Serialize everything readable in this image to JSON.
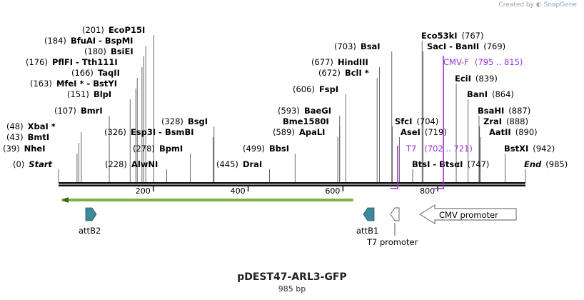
{
  "credit": {
    "prefix": "Created by",
    "brand": "SnapGene"
  },
  "plasmid": {
    "name": "pDEST47-ARL3-GFP",
    "size_label": "985 bp",
    "length": 985
  },
  "ends": {
    "start_label": "Start",
    "start_pos": "(0)",
    "end_label": "End",
    "end_pos": "(985)"
  },
  "ruler_ticks": [
    200,
    400,
    600,
    800
  ],
  "sites": [
    {
      "name": "NheI",
      "pos": 39,
      "paren": "(39)",
      "side": "left",
      "star": false
    },
    {
      "name": "BmtI",
      "pos": 43,
      "paren": "(43)",
      "side": "left",
      "star": false
    },
    {
      "name": "XbaI",
      "pos": 48,
      "paren": "(48)",
      "side": "left",
      "star": true
    },
    {
      "name": "BmrI",
      "pos": 107,
      "paren": "(107)",
      "side": "left",
      "star": false
    },
    {
      "name": "BlpI",
      "pos": 151,
      "paren": "(151)",
      "side": "left",
      "star": false
    },
    {
      "name": "MfeI",
      "pos": 163,
      "paren": "(163)",
      "side": "left",
      "star": true,
      "pair": "BstYI"
    },
    {
      "name": "TaqII",
      "pos": 166,
      "paren": "(166)",
      "side": "left",
      "star": false
    },
    {
      "name": "PflFI",
      "pos": 176,
      "paren": "(176)",
      "side": "left",
      "star": false,
      "pair": "Tth111I"
    },
    {
      "name": "BsiEI",
      "pos": 180,
      "paren": "(180)",
      "side": "left",
      "star": false
    },
    {
      "name": "BfuAI",
      "pos": 184,
      "paren": "(184)",
      "side": "left",
      "star": false,
      "pair": "BspMI"
    },
    {
      "name": "EcoP15I",
      "pos": 201,
      "paren": "(201)",
      "side": "left",
      "star": false
    },
    {
      "name": "AlwNI",
      "pos": 228,
      "paren": "(228)",
      "side": "left",
      "star": false
    },
    {
      "name": "BpmI",
      "pos": 278,
      "paren": "(278)",
      "side": "left",
      "star": false
    },
    {
      "name": "Esp3I",
      "pos": 326,
      "paren": "(326)",
      "side": "left",
      "star": false,
      "pair": "BsmBI"
    },
    {
      "name": "BsgI",
      "pos": 328,
      "paren": "(328)",
      "side": "left",
      "star": false
    },
    {
      "name": "DraI",
      "pos": 445,
      "paren": "(445)",
      "side": "left",
      "star": false
    },
    {
      "name": "BbsI",
      "pos": 499,
      "paren": "(499)",
      "side": "left",
      "star": false
    },
    {
      "name": "ApaLI",
      "pos": 589,
      "paren": "(589)",
      "side": "left",
      "star": false
    },
    {
      "name": "Bme1580I",
      "pos": 593,
      "paren": "(593)",
      "side": "left",
      "star": false
    },
    {
      "name": "BaeGI",
      "pos": 593,
      "paren": "(593)",
      "side": "left",
      "star": false
    },
    {
      "name": "FspI",
      "pos": 606,
      "paren": "(606)",
      "side": "left",
      "star": false
    },
    {
      "name": "BclI",
      "pos": 672,
      "paren": "(672)",
      "side": "left",
      "star": true
    },
    {
      "name": "HindIII",
      "pos": 677,
      "paren": "(677)",
      "side": "left",
      "star": false
    },
    {
      "name": "BsaI",
      "pos": 703,
      "paren": "(703)",
      "side": "left",
      "star": false
    },
    {
      "name": "SfcI",
      "pos": 704,
      "paren": "(704)",
      "side": "right",
      "star": false
    },
    {
      "name": "AseI",
      "pos": 719,
      "paren": "(719)",
      "side": "right",
      "star": false
    },
    {
      "name": "BtsI",
      "pos": 747,
      "paren": "(747)",
      "side": "right",
      "star": false,
      "pair": "BtsαI"
    },
    {
      "name": "SacI",
      "pos": 769,
      "paren": "(769)",
      "side": "right",
      "star": false,
      "pair": "BanII"
    },
    {
      "name": "Eco53kI",
      "pos": 767,
      "paren": "(767)",
      "side": "right",
      "star": false
    },
    {
      "name": "EciI",
      "pos": 839,
      "paren": "(839)",
      "side": "right",
      "star": false
    },
    {
      "name": "BanI",
      "pos": 864,
      "paren": "(864)",
      "side": "right",
      "star": false
    },
    {
      "name": "BsaHI",
      "pos": 887,
      "paren": "(887)",
      "side": "right",
      "star": false
    },
    {
      "name": "ZraI",
      "pos": 888,
      "paren": "(888)",
      "side": "right",
      "star": false
    },
    {
      "name": "AatII",
      "pos": 890,
      "paren": "(890)",
      "side": "right",
      "star": false
    },
    {
      "name": "BstXI",
      "pos": 942,
      "paren": "(942)",
      "side": "right",
      "star": false
    }
  ],
  "primers": [
    {
      "name": "CMV-F",
      "range": "(795 .. 815)",
      "color": "#9b30d0"
    },
    {
      "name": "T7",
      "range": "(702 .. 721)",
      "color": "#9b30d0"
    }
  ],
  "features": [
    {
      "name": "attB2",
      "type": "att",
      "direction": "forward",
      "color": "#3a8a9a"
    },
    {
      "name": "attB1",
      "type": "att",
      "direction": "reverse",
      "color": "#3a8a9a"
    },
    {
      "name": "T7 promoter",
      "type": "promoter",
      "direction": "reverse",
      "color": "#ffffff"
    },
    {
      "name": "CMV promoter",
      "type": "promoter",
      "direction": "reverse",
      "color": "#ffffff"
    },
    {
      "name": "",
      "type": "ORF",
      "direction": "reverse",
      "color": "#c8e89a"
    }
  ]
}
